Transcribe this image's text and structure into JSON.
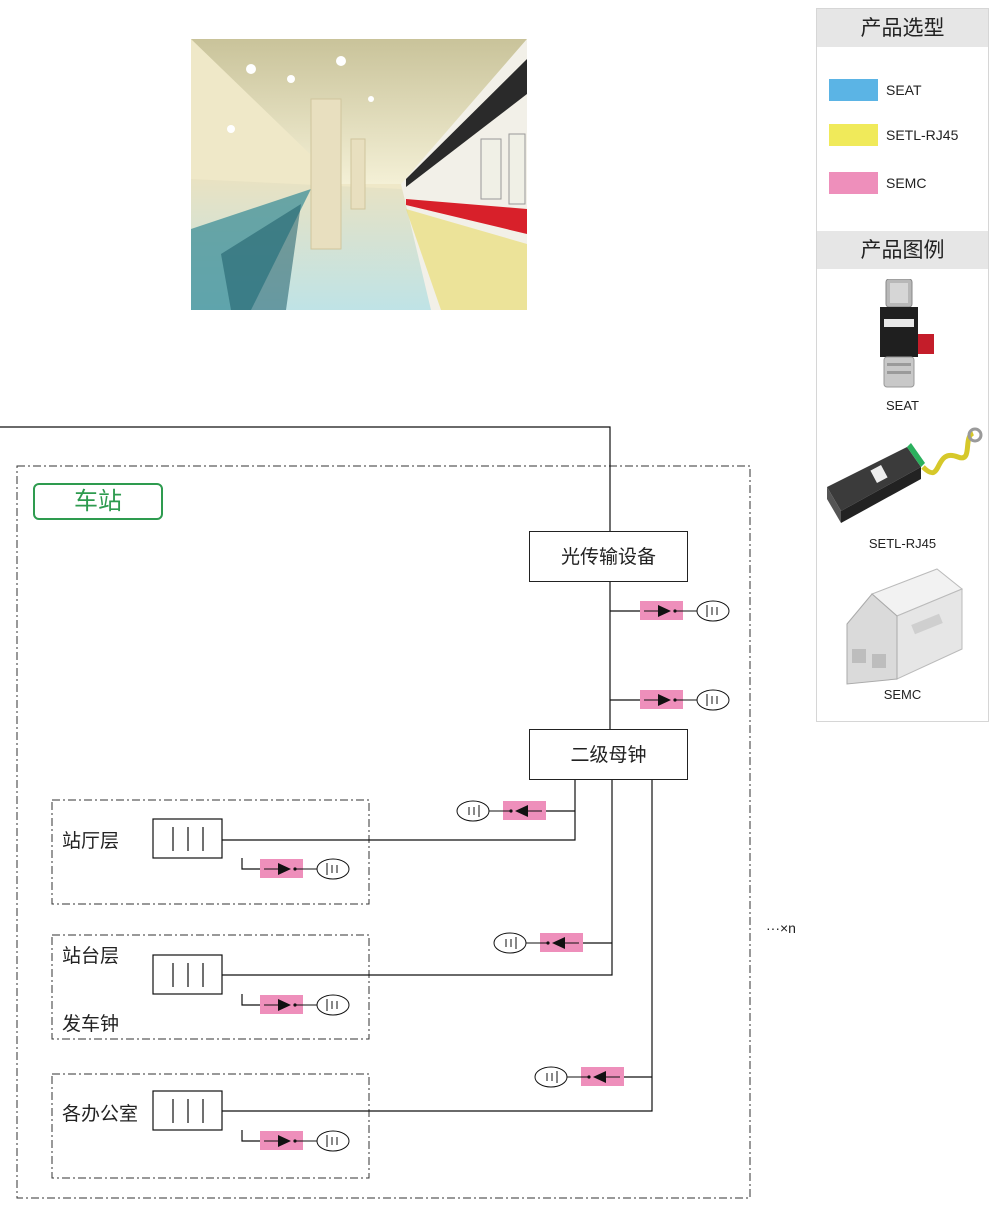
{
  "side_panel": {
    "selection_title": "产品选型",
    "legend": [
      {
        "label": "SEAT",
        "color": "#5bb4e5"
      },
      {
        "label": "SETL-RJ45",
        "color": "#f0ea5a"
      },
      {
        "label": "SEMC",
        "color": "#ee8fbb"
      }
    ],
    "gallery_title": "产品图例",
    "products": [
      {
        "name": "SEAT",
        "icon": "coaxial-surge-protector-icon"
      },
      {
        "name": "SETL-RJ45",
        "icon": "rj45-surge-protector-icon"
      },
      {
        "name": "SEMC",
        "icon": "din-rail-surge-protector-icon"
      }
    ]
  },
  "diagram": {
    "station_label": "车站",
    "optical_equipment": "光传输设备",
    "secondary_master_clock": "二级母钟",
    "zones": [
      {
        "label": "站厅层",
        "sublabel": ""
      },
      {
        "label": "站台层",
        "sublabel": "发车钟"
      },
      {
        "label": "各办公室",
        "sublabel": ""
      }
    ],
    "repeat_note": "···×n",
    "protector_color": "#ee8fbb"
  }
}
